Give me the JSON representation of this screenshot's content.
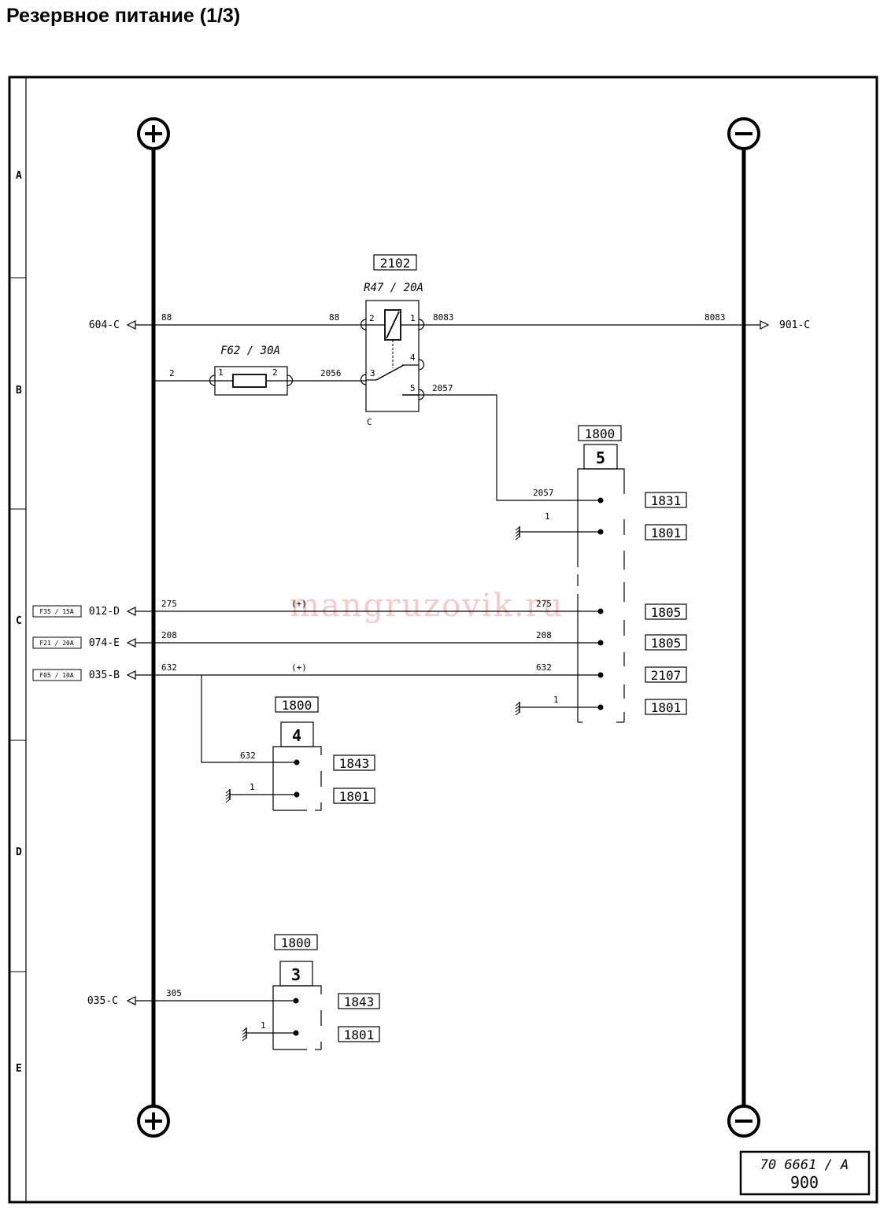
{
  "title": "Резервное питание (1/3)",
  "row_labels": [
    "A",
    "B",
    "C",
    "D",
    "E"
  ],
  "rails": {
    "plus": "+",
    "minus": "−"
  },
  "relay": {
    "id": "2102",
    "label": "R47 / 20A",
    "pins": [
      "2",
      "1",
      "3",
      "4",
      "5"
    ],
    "connector": "C"
  },
  "fuse": {
    "label": "F62 / 30A",
    "pin_left": "1",
    "pin_right": "2"
  },
  "wires": {
    "w88_left": "88",
    "w88_relay": "88",
    "w8083_relay": "8083",
    "w8083_right": "8083",
    "w2_left": "2",
    "w2056": "2056",
    "w2057_relay": "2057",
    "w2057_conn": "2057",
    "ground1": "1",
    "w275_left": "275",
    "w275_conn": "275",
    "w275_mid": "(+)",
    "w208_left": "208",
    "w208_conn": "208",
    "w632_left": "632",
    "w632_mid": "(+)",
    "w632_conn": "632",
    "ground2": "1",
    "w632_c4": "632",
    "ground_c4": "1",
    "w305": "305",
    "ground_c3": "1"
  },
  "left_refs": {
    "r604": "604-C",
    "r012": "012-D",
    "r074": "074-E",
    "r035b": "035-B",
    "r035c": "035-C",
    "fuse_f35": "F35 / 15A",
    "fuse_f21": "F21 / 20A",
    "fuse_f05": "F05 / 10A"
  },
  "right_ref": "901-C",
  "connector5": {
    "code": "1800",
    "num": "5",
    "pins": [
      "1831",
      "1801",
      "1805",
      "1805",
      "2107",
      "1801"
    ]
  },
  "connector4": {
    "code": "1800",
    "num": "4",
    "pins": [
      "1843",
      "1801"
    ]
  },
  "connector3": {
    "code": "1800",
    "num": "3",
    "pins": [
      "1843",
      "1801"
    ]
  },
  "stamp": {
    "ref": "70 6661 / A",
    "page": "900"
  },
  "watermark": "mangruzovik.ru"
}
